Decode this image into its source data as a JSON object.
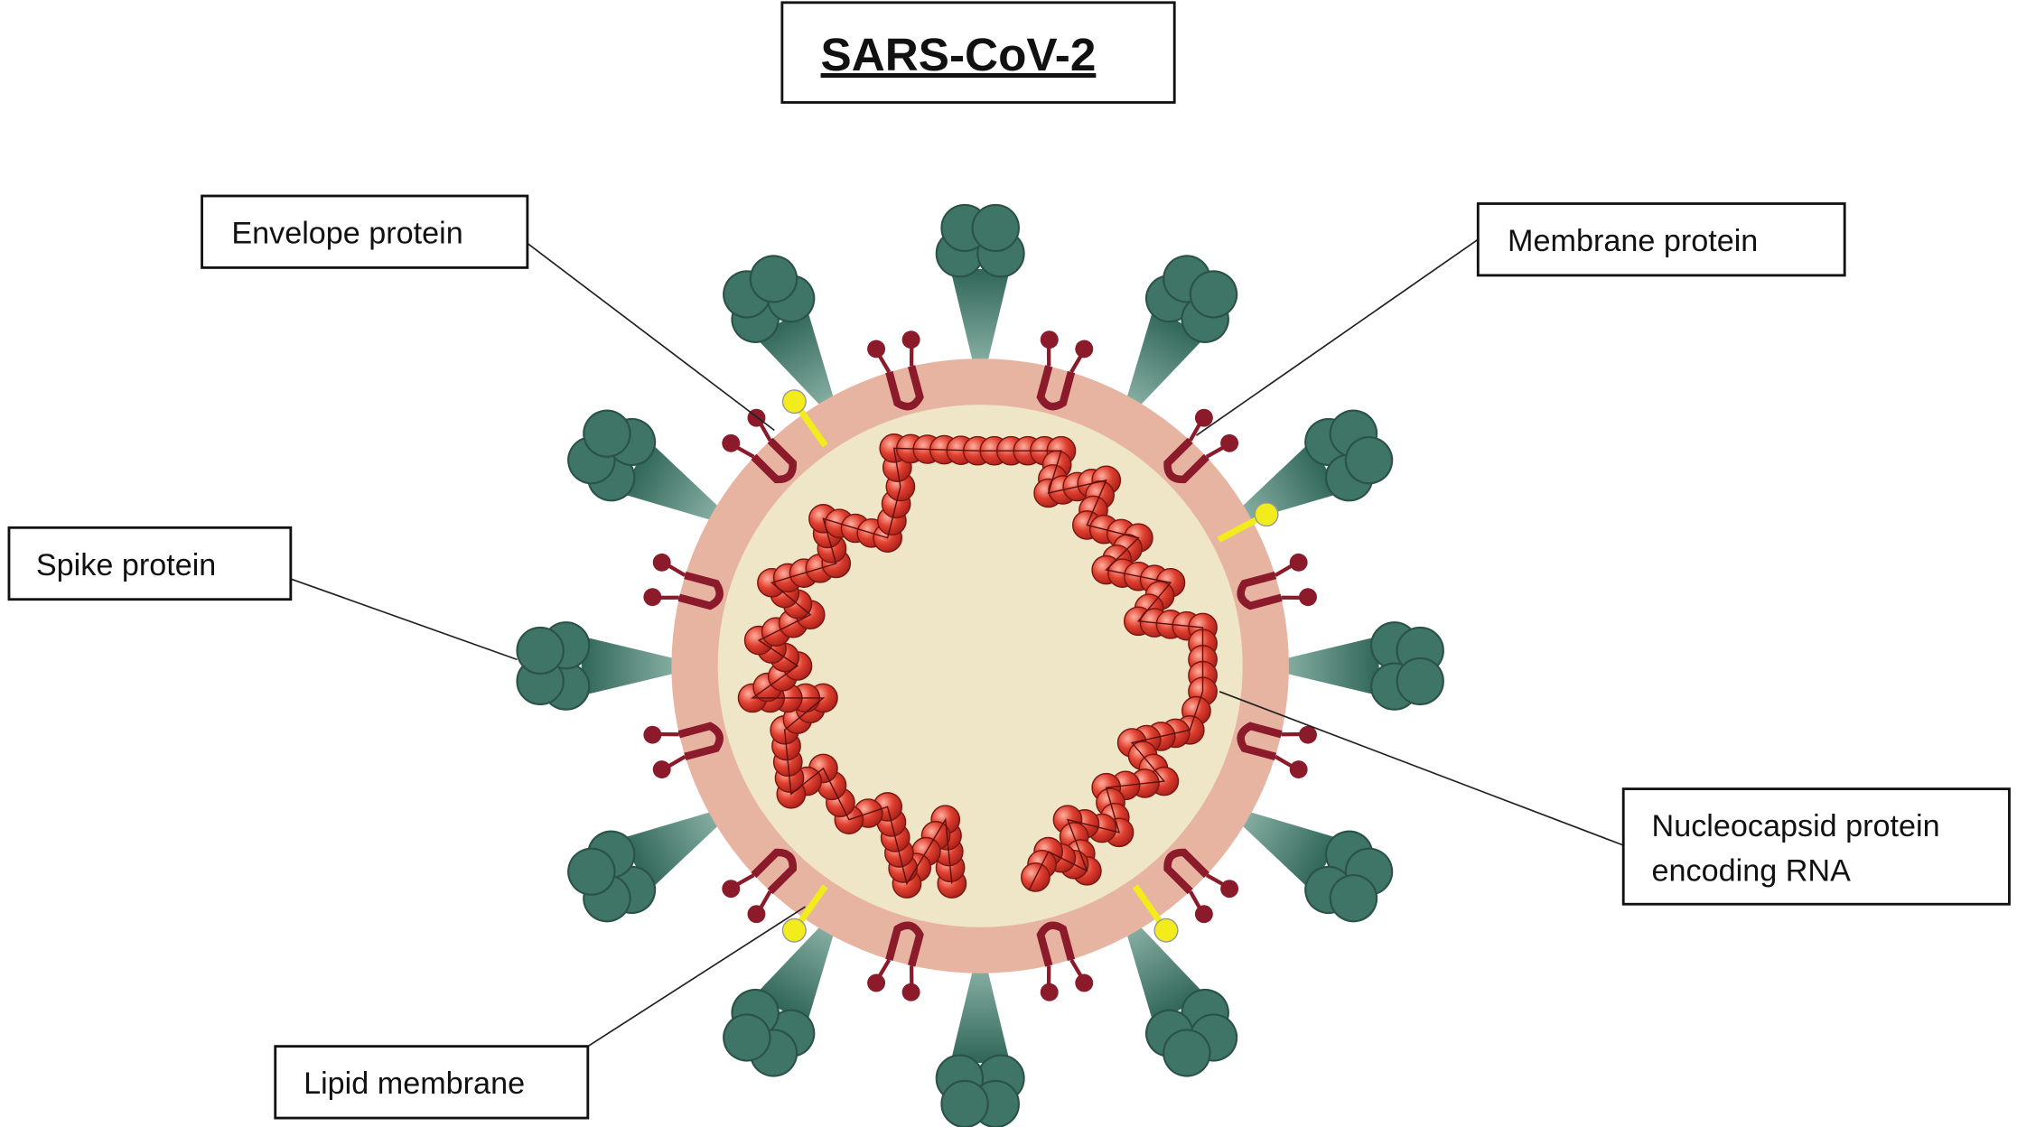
{
  "title": "SARS-CoV-2",
  "labels": {
    "envelope": "Envelope protein",
    "membrane": "Membrane protein",
    "spike": "Spike protein",
    "nucleocapsid_line1": "Nucleocapsid protein",
    "nucleocapsid_line2": "encoding RNA",
    "lipid": "Lipid membrane"
  },
  "colors": {
    "spike": "#3f7566",
    "membrane_outer": "#e8b4a2",
    "interior": "#efe6c8",
    "membrane_protein": "#8b1a2a",
    "envelope_protein": "#f3ec1c",
    "rna": "#d9382c"
  }
}
